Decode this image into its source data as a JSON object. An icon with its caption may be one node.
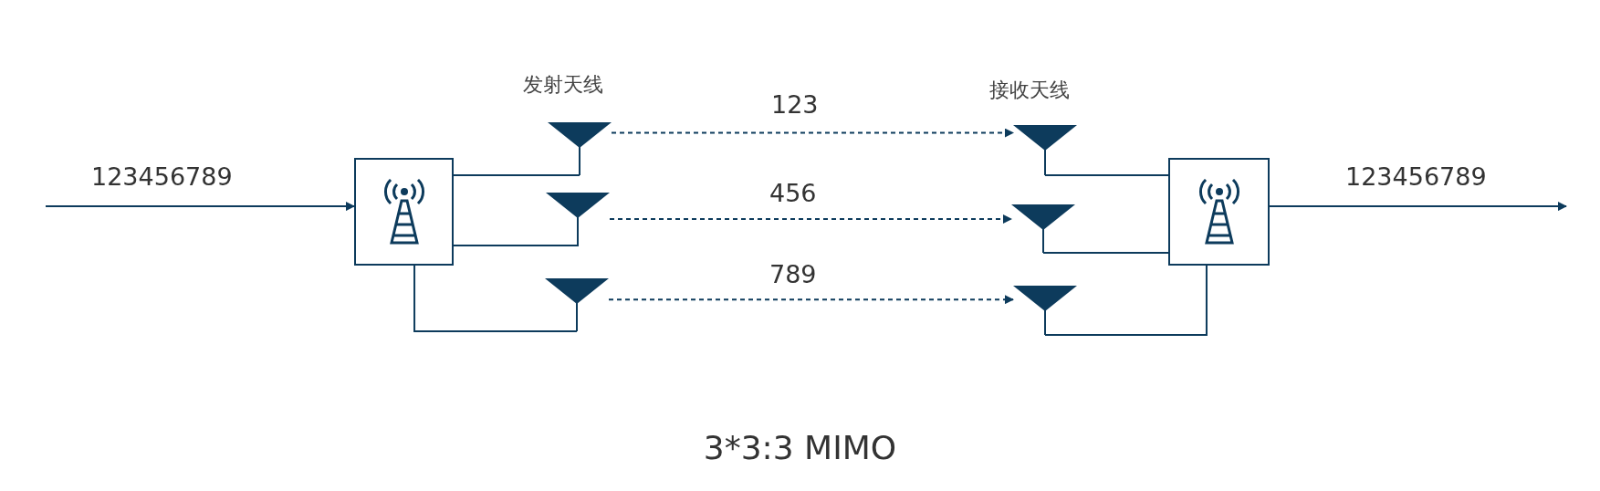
{
  "diagram": {
    "caption": "3*3:3 MIMO",
    "nodes": [
      {
        "text": [],
        "shape": "box"
      },
      {
        "text": [],
        "shape": "triangle"
      },
      {
        "text": [],
        "shape": "triangle"
      },
      {
        "text": [],
        "shape": "triangle"
      },
      {
        "text": [],
        "shape": "triangle"
      },
      {
        "text": [],
        "shape": "triangle"
      },
      {
        "text": [],
        "shape": "triangle"
      },
      {
        "text": [],
        "shape": "box"
      }
    ],
    "edges": [
      {
        "from": null,
        "to": 0,
        "arrow": "to",
        "label": "123456789"
      },
      {
        "from": 0,
        "to": 1,
        "arrow": "none"
      },
      {
        "from": 0,
        "to": 2,
        "arrow": "none"
      },
      {
        "from": 0,
        "to": 3,
        "arrow": "none"
      },
      {
        "from": 1,
        "to": 4,
        "arrow": "to",
        "label": "123",
        "style": "dashed"
      },
      {
        "from": 2,
        "to": 5,
        "arrow": "to",
        "label": "456",
        "style": "dashed"
      },
      {
        "from": 3,
        "to": 6,
        "arrow": "to",
        "label": "789",
        "style": "dashed"
      },
      {
        "from": 4,
        "to": 7,
        "arrow": "none"
      },
      {
        "from": 5,
        "to": 7,
        "arrow": "none"
      },
      {
        "from": 6,
        "to": 7,
        "arrow": "none"
      },
      {
        "from": 7,
        "to": null,
        "arrow": "to",
        "label": "123456789"
      }
    ],
    "labels": [
      "发射天线",
      "接收天线"
    ]
  }
}
